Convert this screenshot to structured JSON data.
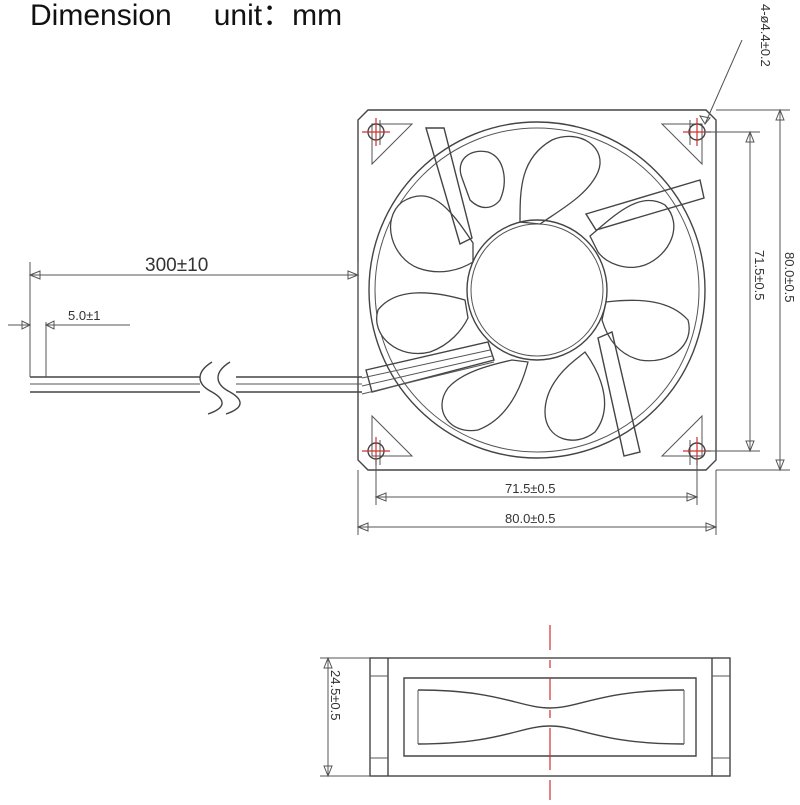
{
  "header": {
    "title": "Dimension",
    "unit_text": "unit：mm"
  },
  "dimensions": {
    "cable_length": "300±10",
    "strip_length": "5.0±1",
    "hole_spec": "4-ø4.4±0.2",
    "hole_pitch_vertical": "71.5±0.5",
    "outer_size_vertical": "80.0±0.5",
    "hole_pitch_horizontal": "71.5±0.5",
    "outer_size_horizontal": "80.0±0.5",
    "thickness": "24.5±0.5"
  },
  "colors": {
    "line": "#444444",
    "centerline": "#d0302f"
  }
}
